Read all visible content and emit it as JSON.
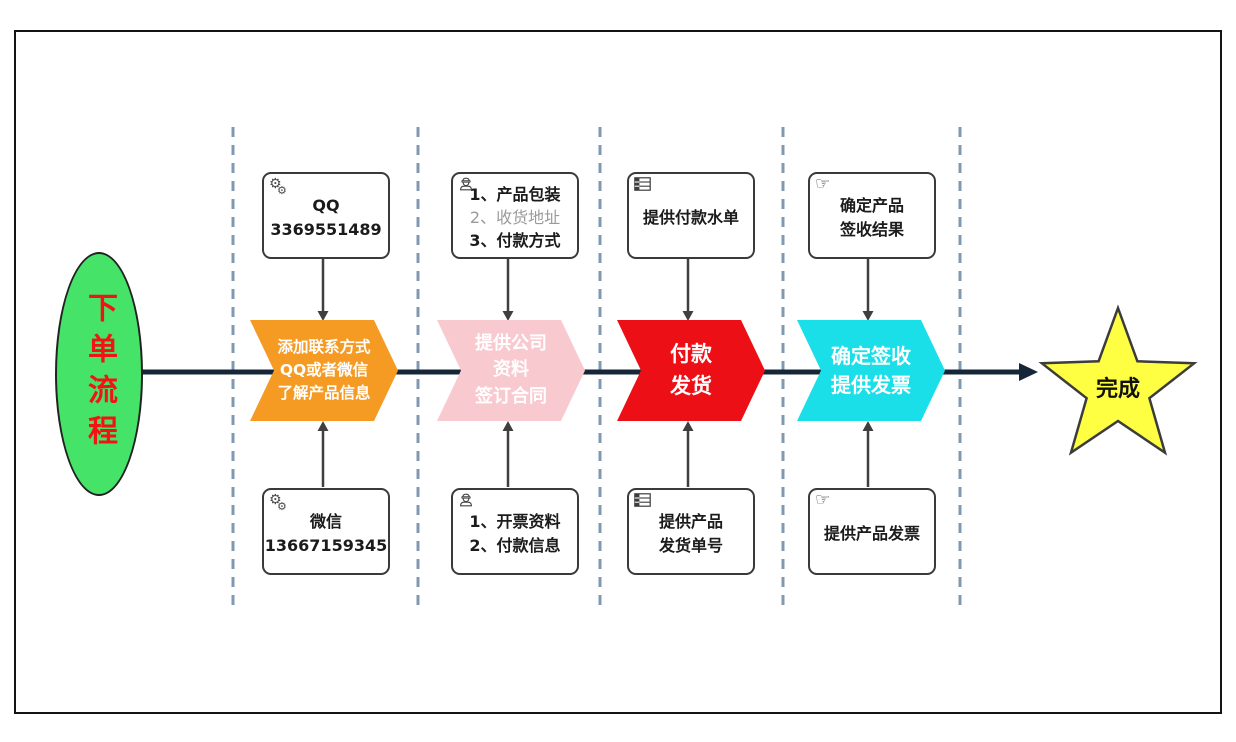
{
  "colors": {
    "start_fill": "#46e369",
    "start_text": "#f21313",
    "flow_line": "#152639",
    "lane_divider": "#8098b0",
    "chevron_text": "#ffffff",
    "star_fill": "#feff43",
    "step_colors": [
      "#f59a23",
      "#f8c9cf",
      "#ec1016",
      "#1bdfe8"
    ]
  },
  "start": {
    "label": "下单流程"
  },
  "end": {
    "label": "完成"
  },
  "steps": [
    {
      "chevron_lines": [
        "添加联系方式",
        "QQ或者微信",
        "了解产品信息"
      ],
      "top_box": {
        "icon": "gears-icon",
        "lines": [
          "QQ",
          "3369551489"
        ]
      },
      "bottom_box": {
        "icon": "gears-icon",
        "lines": [
          "微信",
          "13667159345"
        ]
      }
    },
    {
      "chevron_lines": [
        "提供公司",
        "资料",
        "签订合同"
      ],
      "top_box": {
        "icon": "worker-icon",
        "lines": [
          "1、产品包装",
          "2、收货地址",
          "3、付款方式"
        ]
      },
      "bottom_box": {
        "icon": "worker-icon",
        "lines": [
          "1、开票资料",
          "2、付款信息"
        ]
      }
    },
    {
      "chevron_lines": [
        "付款",
        "发货"
      ],
      "top_box": {
        "icon": "table-icon",
        "lines": [
          "提供付款水单"
        ]
      },
      "bottom_box": {
        "icon": "table-icon",
        "lines": [
          "提供产品",
          "发货单号"
        ]
      }
    },
    {
      "chevron_lines": [
        "确定签收",
        "提供发票"
      ],
      "top_box": {
        "icon": "pointing-hand-icon",
        "lines": [
          "确定产品",
          "签收结果"
        ]
      },
      "bottom_box": {
        "icon": "pointing-hand-icon",
        "lines": [
          "提供产品发票"
        ]
      }
    }
  ]
}
